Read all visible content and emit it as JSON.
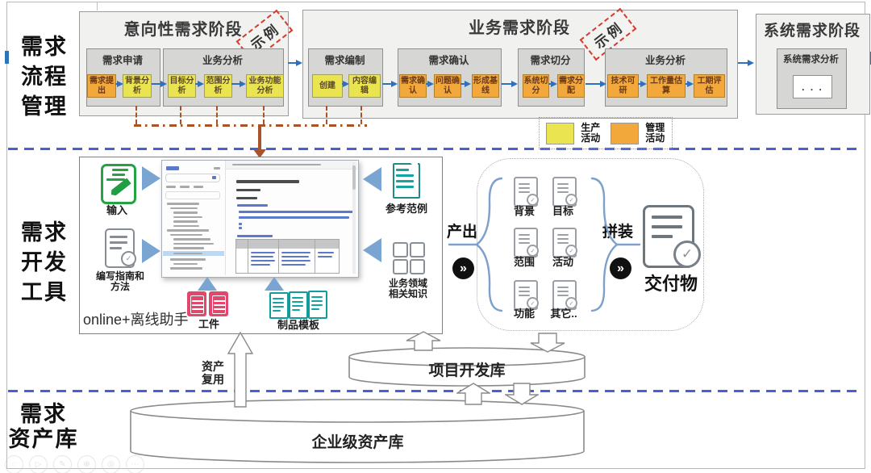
{
  "colors": {
    "production_yellow": "#e9e44f",
    "management_orange": "#f2a83b",
    "flow_arrow_blue": "#2e6fbe",
    "connector_brown": "#a9532b",
    "separator_blue": "#4a5fd0",
    "triangle_blue": "#7aa5d2",
    "artifact_pink": "#e2476e",
    "template_teal": "#14a3a3",
    "stamp_red": "#d43c2c"
  },
  "process": {
    "side_label_lines": [
      "需求",
      "流程",
      "管理"
    ],
    "phases": [
      {
        "title": "意向性需求阶段",
        "stamp": "示例",
        "groups": [
          {
            "title": "需求申请",
            "steps": [
              {
                "label": "需求提出",
                "type": "management"
              },
              {
                "label": "背景分析",
                "type": "production"
              }
            ]
          },
          {
            "title": "业务分析",
            "steps": [
              {
                "label": "目标分析",
                "type": "production"
              },
              {
                "label": "范围分析",
                "type": "production"
              },
              {
                "label": "业务功能分析",
                "type": "production"
              }
            ]
          }
        ]
      },
      {
        "title": "业务需求阶段",
        "stamp": "示例",
        "groups": [
          {
            "title": "需求编制",
            "steps": [
              {
                "label": "创建",
                "type": "production"
              },
              {
                "label": "内容编辑",
                "type": "production"
              }
            ]
          },
          {
            "title": "需求确认",
            "steps": [
              {
                "label": "需求确认",
                "type": "management"
              },
              {
                "label": "问题确认",
                "type": "management"
              },
              {
                "label": "形成基线",
                "type": "management"
              }
            ]
          },
          {
            "title": "需求切分",
            "steps": [
              {
                "label": "系统切分",
                "type": "management"
              },
              {
                "label": "需求分配",
                "type": "management"
              }
            ]
          },
          {
            "title": "业务分析",
            "steps": [
              {
                "label": "技术可研",
                "type": "management"
              },
              {
                "label": "工作量估算",
                "type": "management"
              },
              {
                "label": "工期评估",
                "type": "management"
              }
            ]
          }
        ]
      },
      {
        "title": "系统需求阶段",
        "groups": [
          {
            "title": "系统需求分析",
            "ellipsis": ". . ."
          }
        ]
      }
    ],
    "legend": [
      {
        "label": "生产活动",
        "color": "#e9e44f"
      },
      {
        "label": "管理活动",
        "color": "#f2a83b"
      }
    ]
  },
  "tools": {
    "side_label_lines": [
      "需求",
      "开发",
      "工具"
    ],
    "input_label": "输入",
    "guide_label": "编写指南和方法",
    "online_label": "online+离线助手",
    "artifact_label": "工件",
    "template_label": "制品模板",
    "reference_label": "参考范例",
    "knowledge_label": "业务领域相关知识",
    "output_label": "产出",
    "assemble_label": "拼装",
    "deliverable_label": "交付物",
    "flow_chevron_icon": "»",
    "parts": [
      {
        "label": "背景"
      },
      {
        "label": "目标"
      },
      {
        "label": "范围"
      },
      {
        "label": "活动"
      },
      {
        "label": "功能"
      },
      {
        "label": "其它.."
      }
    ]
  },
  "repos": {
    "side_label_lines": [
      "需求",
      "资产库"
    ],
    "reuse_label": "资产复用",
    "project_db": "项目开发库",
    "enterprise_db": "企业级资产库"
  },
  "watermark_icons": [
    "◌",
    "▷",
    "✎",
    "⊕",
    "◎",
    "⋯"
  ]
}
